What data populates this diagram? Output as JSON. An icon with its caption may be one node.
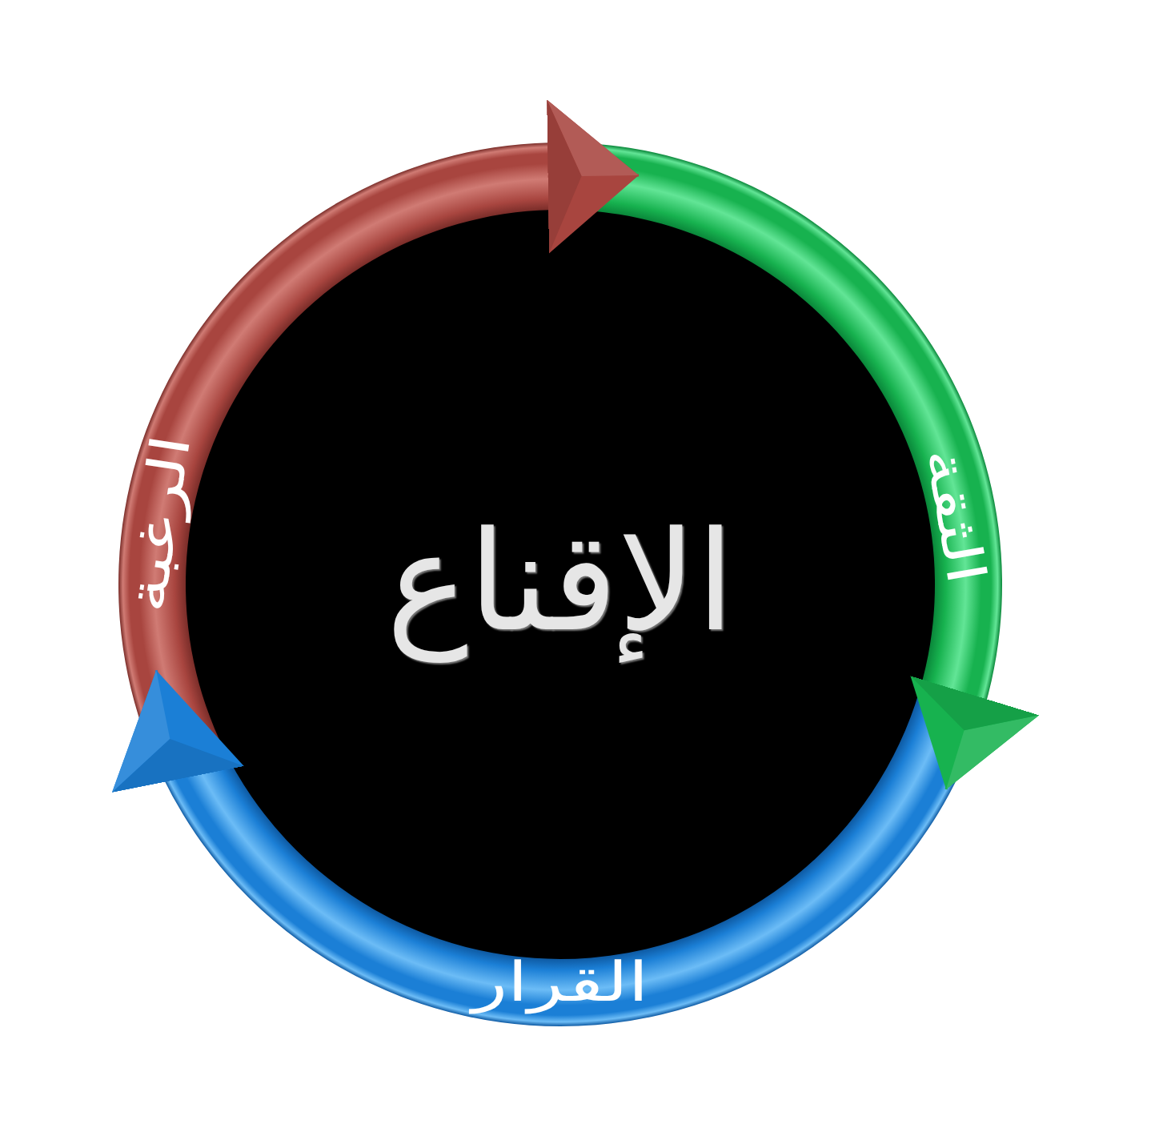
{
  "diagram": {
    "nodes": [
      {
        "text": [
          "الإقناع"
        ]
      },
      {
        "text": [
          "الرغبة"
        ]
      },
      {
        "text": [
          "الثقة"
        ]
      },
      {
        "text": [
          "القرار"
        ]
      }
    ],
    "edges": [
      {
        "from": 1,
        "to": 2,
        "arrow": "to",
        "color": "#a8453f"
      },
      {
        "from": 2,
        "to": 3,
        "arrow": "to",
        "color": "#17b24f"
      },
      {
        "from": 3,
        "to": 1,
        "arrow": "to",
        "color": "#1b7fd6"
      }
    ]
  }
}
